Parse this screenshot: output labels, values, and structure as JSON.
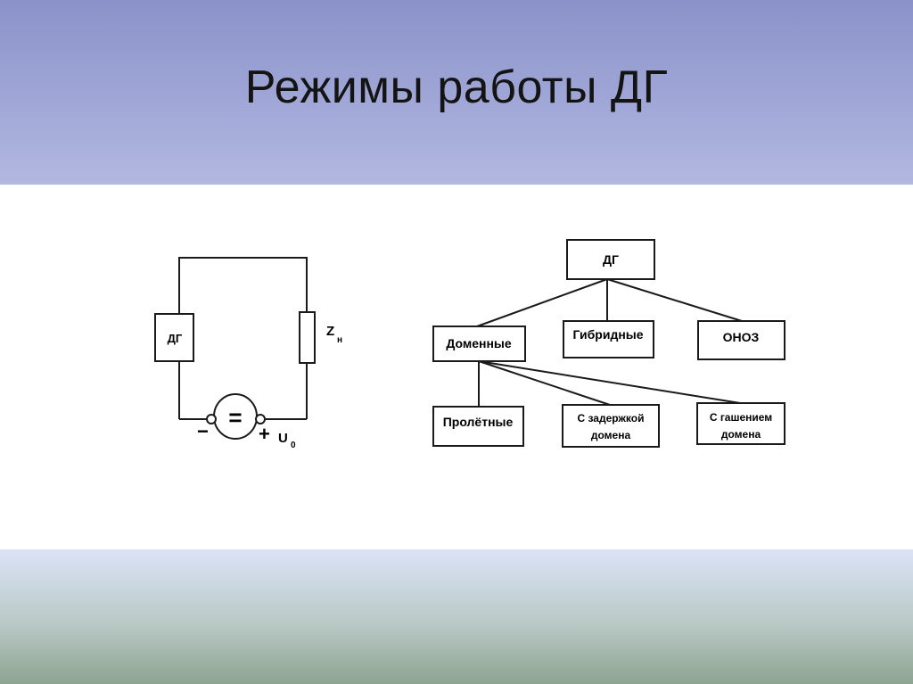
{
  "slide": {
    "title": "Режимы работы ДГ"
  },
  "circuit": {
    "generator_label": "ДГ",
    "load_label": "Z",
    "load_subscript": "н",
    "source_symbol": "=",
    "minus_sign": "−",
    "plus_sign": "+",
    "voltage_label": "U",
    "voltage_subscript": "0"
  },
  "tree": {
    "root": "ДГ",
    "level1": [
      "Доменные",
      "Гибридные",
      "ОНОЗ"
    ],
    "level2": [
      "Пролётные",
      "С задержкой",
      "домена",
      "С гашением",
      "домена"
    ]
  }
}
